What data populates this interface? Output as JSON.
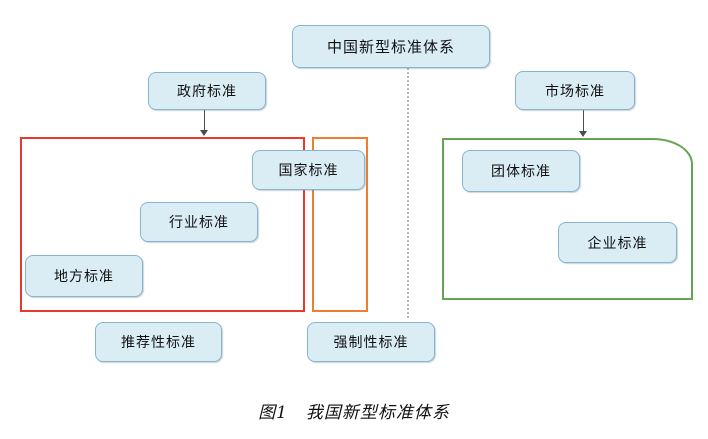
{
  "diagram": {
    "nodes": {
      "root": "中国新型标准体系",
      "government": "政府标准",
      "market": "市场标准",
      "national": "国家标准",
      "industry": "行业标准",
      "local": "地方标准",
      "group": "团体标准",
      "enterprise": "企业标准",
      "recommended": "推荐性标准",
      "mandatory": "强制性标准"
    },
    "caption": "图1　我国新型标准体系",
    "colors": {
      "node_fill": "#daedf5",
      "node_border": "#86b6cb",
      "red_zone_border": "#e8392e",
      "orange_zone_border": "#ed7d31",
      "green_zone_border": "#66a455",
      "arrow": "#4d4d4d",
      "dotted_divider": "#b5b5b5",
      "text": "#111111",
      "background": "#ffffff"
    }
  }
}
